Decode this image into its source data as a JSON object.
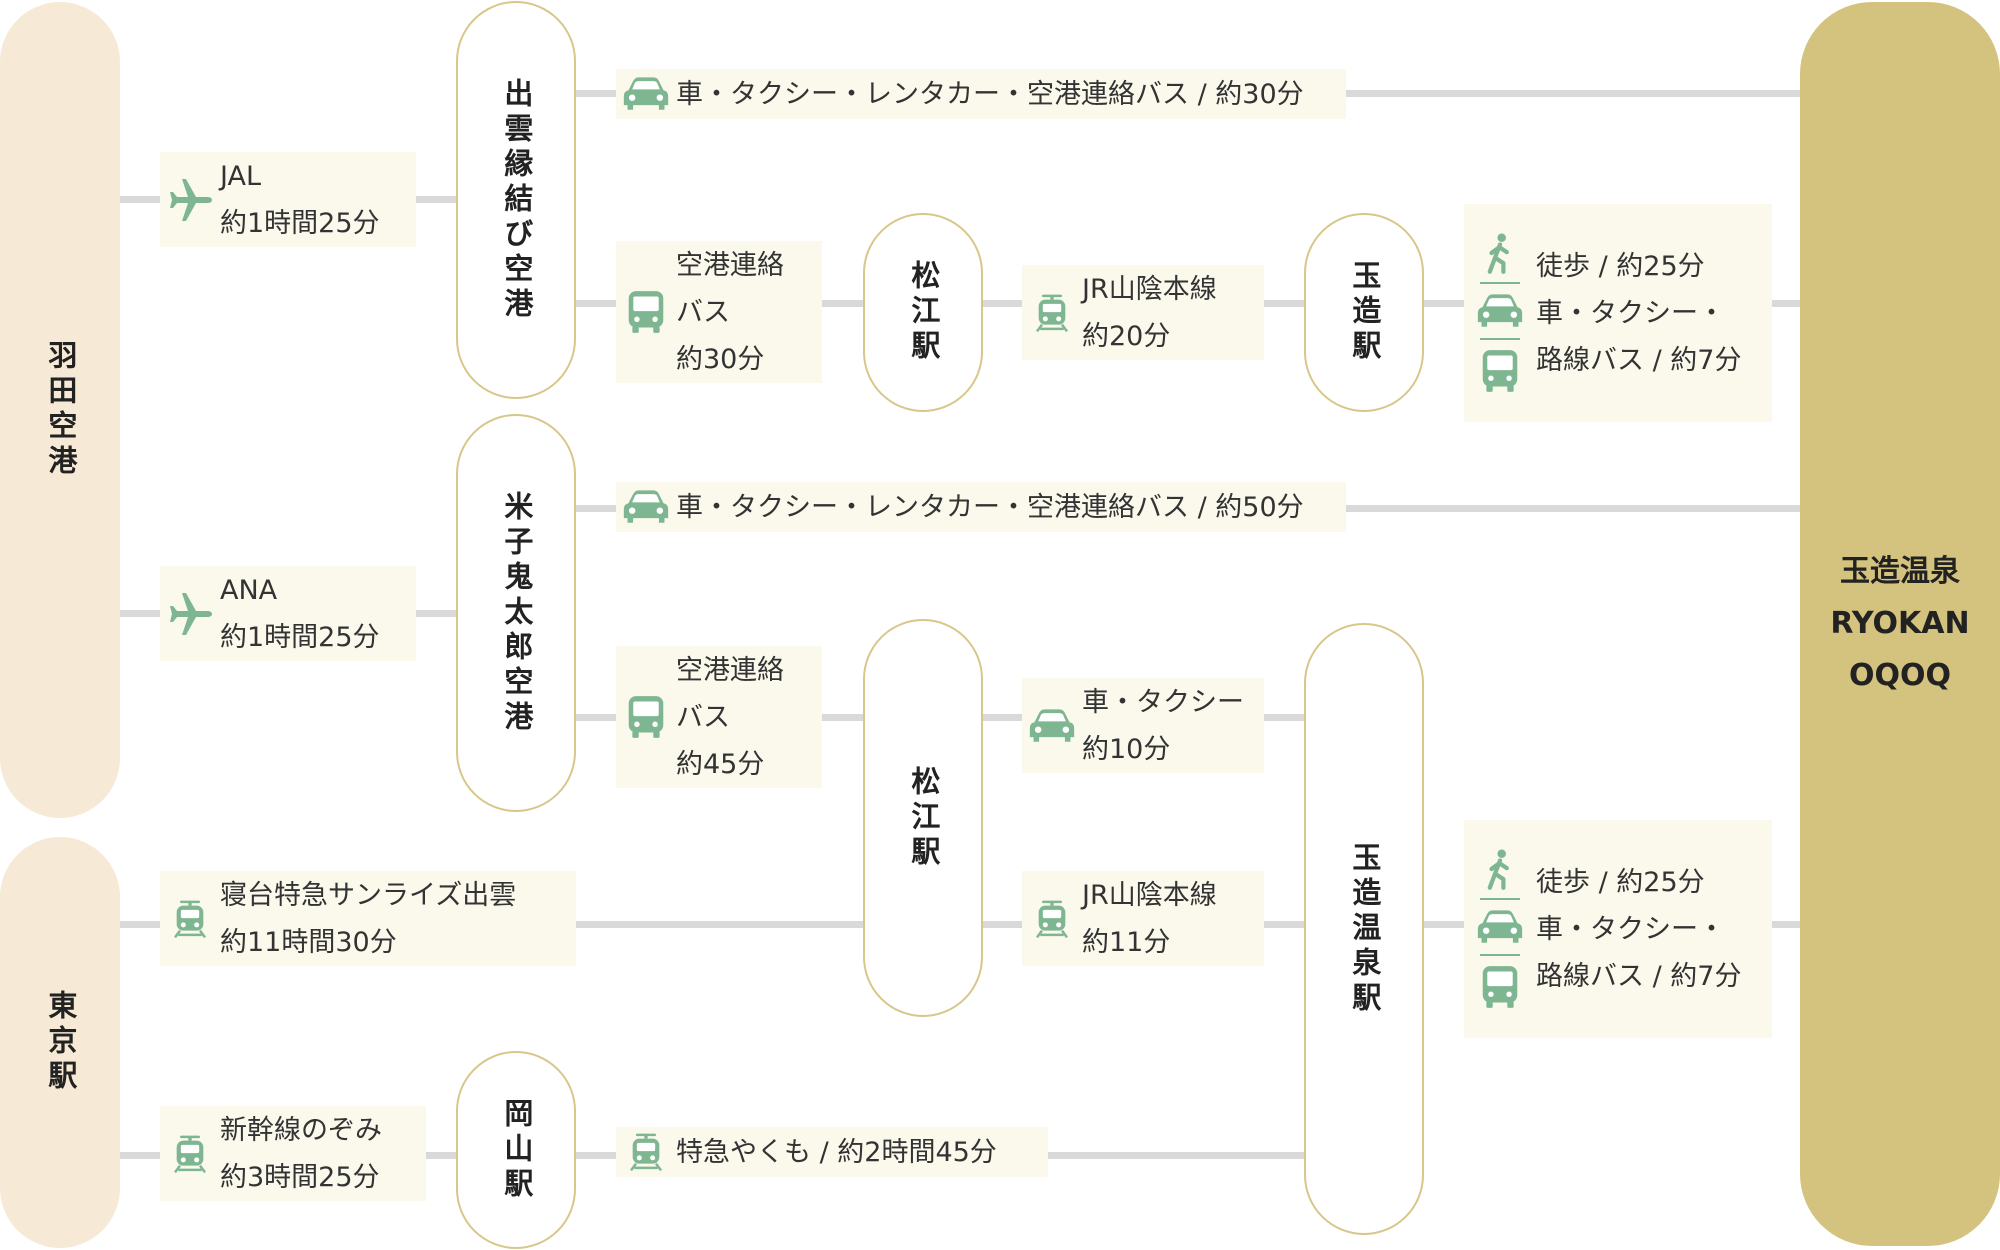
{
  "colors": {
    "icon": "#7fb692",
    "line": "#d9d9d9",
    "box": "#fbf8ec",
    "origin": "#f6e9d5",
    "dest": "#d4c37e",
    "station_border": "#d8c78a"
  },
  "origins": {
    "haneda": "羽田空港",
    "tokyo": "東京駅"
  },
  "destination": {
    "line1": "玉造温泉",
    "line2": "RYOKAN",
    "line3": "OQOQ"
  },
  "stations": {
    "izumo_airport": "出雲縁結び空港",
    "yonago_airport": "米子鬼太郎空港",
    "okayama": "岡山駅",
    "matsue_1": "松江駅",
    "matsue_2": "松江駅",
    "tamatsukuri_1": "玉造駅",
    "tamatsukuri_2": "玉造温泉駅"
  },
  "routes": {
    "jal": {
      "icon": "airplane-icon",
      "line1": "JAL",
      "line2": "約1時間25分"
    },
    "ana": {
      "icon": "airplane-icon",
      "line1": "ANA",
      "line2": "約1時間25分"
    },
    "sunrise": {
      "icon": "train-icon",
      "line1": "寝台特急サンライズ出雲",
      "line2": "約11時間30分"
    },
    "nozomi": {
      "icon": "train-icon",
      "line1": "新幹線のぞみ",
      "line2": "約3時間25分"
    },
    "izumo_car": {
      "icon": "car-icon",
      "text": "車・タクシー・レンタカー・空港連絡バス / 約30分"
    },
    "izumo_bus": {
      "icon": "bus-icon",
      "line1": "空港連絡",
      "line2": "バス",
      "line3": "約30分"
    },
    "jr_20": {
      "icon": "train-icon",
      "line1": "JR山陰本線",
      "line2": "約20分"
    },
    "last_1": {
      "line1": "徒歩 / 約25分",
      "line2": "車・タクシー・",
      "line3": "路線バス / 約7分"
    },
    "yonago_car": {
      "icon": "car-icon",
      "text": "車・タクシー・レンタカー・空港連絡バス / 約50分"
    },
    "yonago_bus": {
      "icon": "bus-icon",
      "line1": "空港連絡",
      "line2": "バス",
      "line3": "約45分"
    },
    "taxi_10": {
      "icon": "car-icon",
      "line1": "車・タクシー",
      "line2": "約10分"
    },
    "jr_11": {
      "icon": "train-icon",
      "line1": "JR山陰本線",
      "line2": "約11分"
    },
    "last_2": {
      "line1": "徒歩 / 約25分",
      "line2": "車・タクシー・",
      "line3": "路線バス / 約7分"
    },
    "yakumo": {
      "icon": "train-icon",
      "text": "特急やくも / 約2時間45分"
    }
  }
}
